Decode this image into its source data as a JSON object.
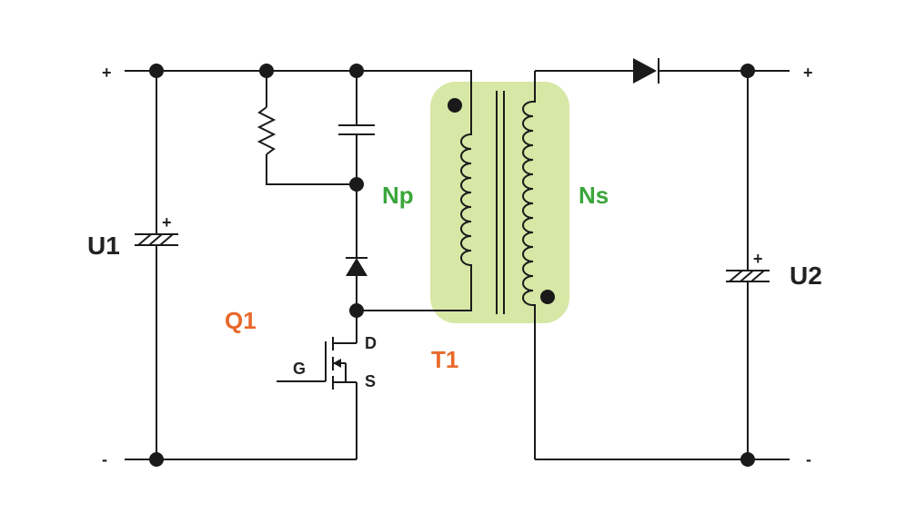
{
  "colors": {
    "wire": "#1a1a1a",
    "core_highlight": "#d7e7a5",
    "green_label": "#3aa63a",
    "orange_label": "#e8692a"
  },
  "labels": {
    "input_source": "U1",
    "output_load": "U2",
    "switch": "Q1",
    "transformer": "T1",
    "primary_winding": "Np",
    "secondary_winding": "Ns",
    "drain_pin": "D",
    "gate_pin": "G",
    "source_pin": "S",
    "input_plus": "+",
    "input_minus": "-",
    "output_plus": "+",
    "output_minus": "-",
    "u1_polarity": "+",
    "u2_polarity": "+"
  }
}
